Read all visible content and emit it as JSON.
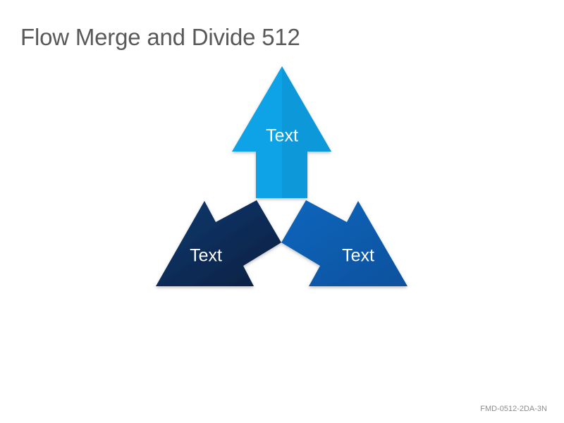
{
  "title": "Flow Merge and Divide 512",
  "arrows": [
    {
      "id": "up",
      "label": "Text",
      "direction": "up",
      "color": "#0ea3e6",
      "shade": "#0b8fd0"
    },
    {
      "id": "left",
      "label": "Text",
      "direction": "down-left",
      "color": "#0c3466",
      "shade": "#062548"
    },
    {
      "id": "right",
      "label": "Text",
      "direction": "down-right",
      "color": "#0a61b4",
      "shade": "#074f98"
    }
  ],
  "footer": {
    "code": "FMD-0512-2DA-3N"
  }
}
